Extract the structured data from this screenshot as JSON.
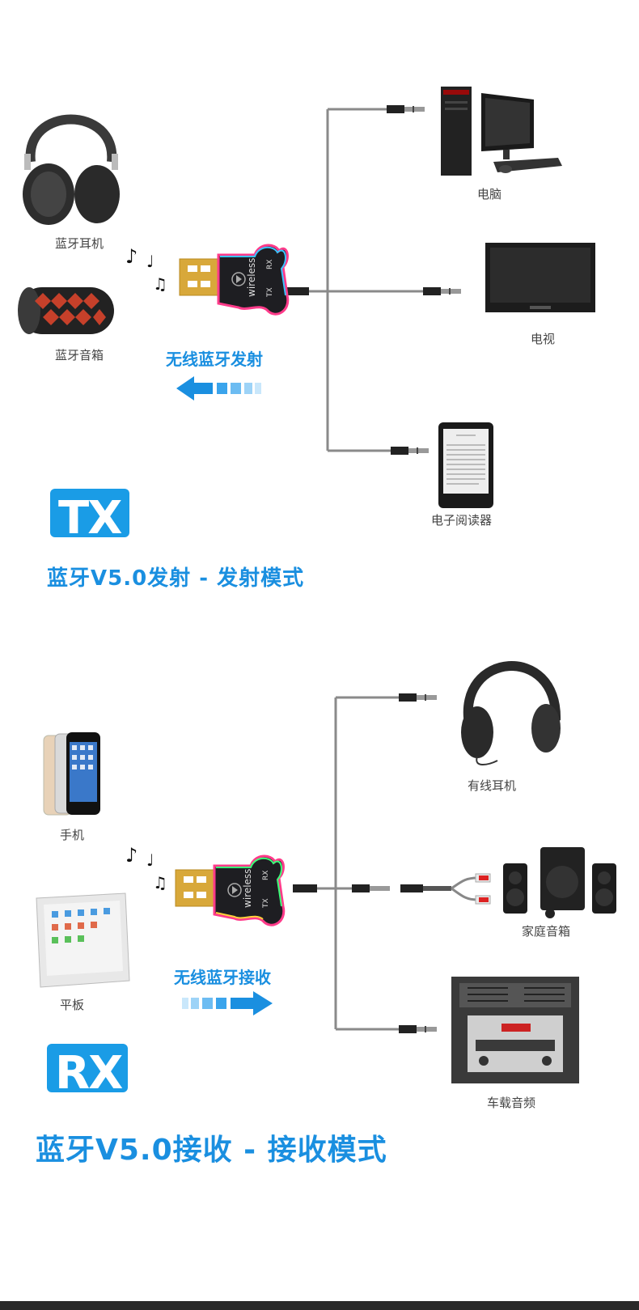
{
  "tx": {
    "devices_left": {
      "headphones": "蓝牙耳机",
      "speaker": "蓝牙音箱"
    },
    "devices_right": {
      "computer": "电脑",
      "tv": "电视",
      "ereader": "电子阅读器"
    },
    "direction_label": "无线蓝牙发射",
    "logo": "TX",
    "mode_title": "蓝牙V5.0发射 - 发射模式",
    "dongle": {
      "text": "wireless",
      "tx": "TX",
      "rx": "RX"
    }
  },
  "rx": {
    "devices_left": {
      "phone": "手机",
      "tablet": "平板"
    },
    "devices_right": {
      "wired_headphones": "有线耳机",
      "home_speakers": "家庭音箱",
      "car_audio": "车载音频"
    },
    "direction_label": "无线蓝牙接收",
    "logo": "RX",
    "mode_title": "蓝牙V5.0接收 - 接收模式",
    "dongle": {
      "text": "wireless",
      "tx": "TX",
      "rx": "RX"
    }
  },
  "colors": {
    "accent": "#1a8fe0",
    "logo_bg": "#1a9ce6",
    "cable": "#8a8a8a",
    "label": "#444444"
  }
}
